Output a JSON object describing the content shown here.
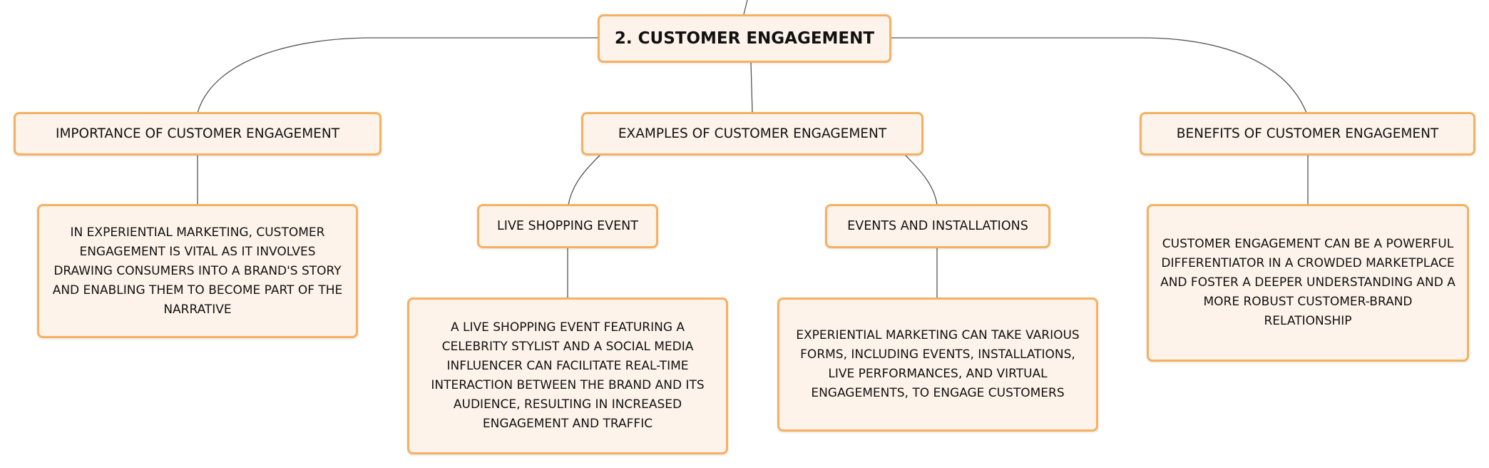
{
  "diagram": {
    "root": "2. CUSTOMER ENGAGEMENT",
    "importance": {
      "title": "IMPORTANCE OF CUSTOMER ENGAGEMENT",
      "detail": "IN EXPERIENTIAL MARKETING, CUSTOMER ENGAGEMENT IS VITAL AS IT INVOLVES DRAWING CONSUMERS INTO A BRAND'S STORY AND ENABLING THEM TO BECOME PART OF THE NARRATIVE"
    },
    "examples": {
      "title": "EXAMPLES OF CUSTOMER ENGAGEMENT",
      "live_shopping": {
        "title": "LIVE SHOPPING EVENT",
        "detail": "A LIVE SHOPPING EVENT FEATURING A CELEBRITY STYLIST AND A SOCIAL MEDIA INFLUENCER CAN FACILITATE REAL-TIME INTERACTION BETWEEN THE BRAND AND ITS AUDIENCE, RESULTING IN INCREASED ENGAGEMENT AND TRAFFIC"
      },
      "events": {
        "title": "EVENTS AND INSTALLATIONS",
        "detail": "EXPERIENTIAL MARKETING CAN TAKE VARIOUS FORMS, INCLUDING EVENTS, INSTALLATIONS, LIVE PERFORMANCES, AND VIRTUAL ENGAGEMENTS, TO ENGAGE CUSTOMERS"
      }
    },
    "benefits": {
      "title": "BENEFITS OF CUSTOMER ENGAGEMENT",
      "detail": "CUSTOMER ENGAGEMENT CAN BE A POWERFUL DIFFERENTIATOR IN A CROWDED MARKETPLACE AND FOSTER A DEEPER UNDERSTANDING AND A MORE ROBUST CUSTOMER-BRAND RELATIONSHIP"
    },
    "colors": {
      "node_fill": "#fdf3ea",
      "node_border": "#f6b160",
      "connector": "#555555"
    }
  }
}
